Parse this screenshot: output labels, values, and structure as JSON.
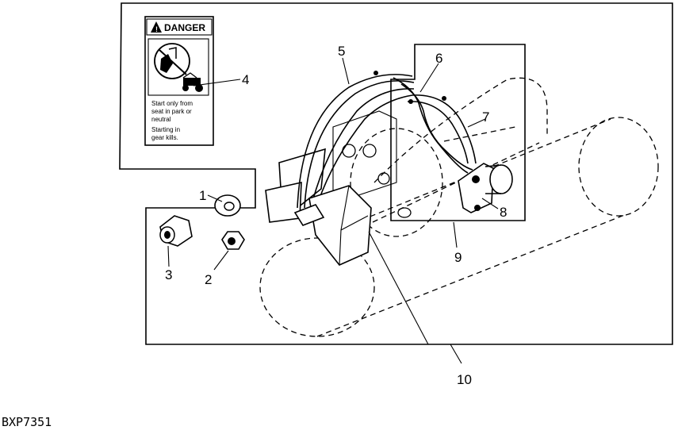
{
  "callouts": {
    "c1": "1",
    "c2": "2",
    "c3": "3",
    "c4": "4",
    "c5": "5",
    "c6": "6",
    "c7": "7",
    "c8": "8",
    "c9": "9",
    "c10": "10"
  },
  "decal": {
    "heading": "DANGER",
    "line1": "Start only from",
    "line2": "seat in park or",
    "line3": "neutral",
    "line4": "Starting in",
    "line5": "gear kills."
  },
  "figure_code": "BXP7351"
}
